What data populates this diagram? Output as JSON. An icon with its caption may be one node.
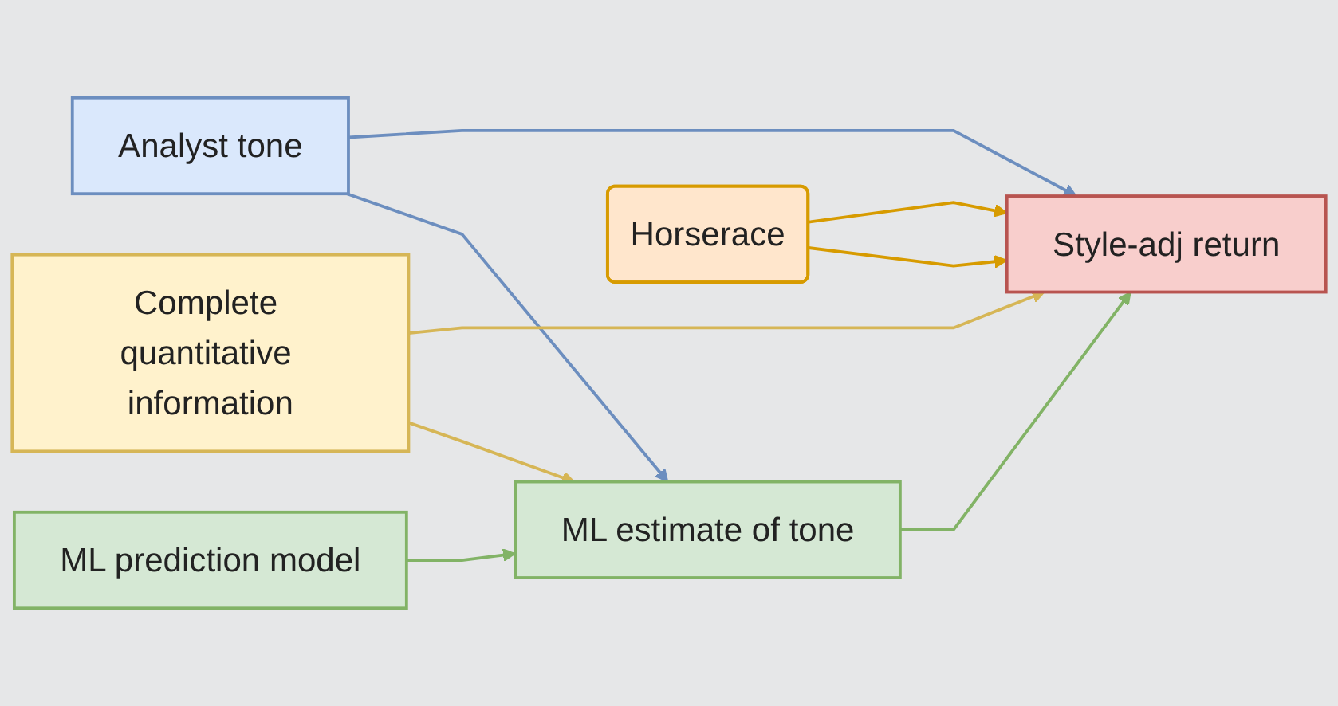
{
  "diagram": {
    "nodes": [
      {
        "text": [
          "Analyst tone"
        ]
      },
      {
        "text": [
          "ML prediction model"
        ]
      },
      {
        "text": [
          "Complete quantitative information"
        ]
      },
      {
        "text": [
          "ML estimate of tone"
        ]
      },
      {
        "text": [
          "Horserace"
        ]
      },
      {
        "text": [
          "Style-adj return"
        ]
      }
    ],
    "edges": [
      {
        "from": 0,
        "to": 5,
        "arrow": "to",
        "color": "#6c8ebf"
      },
      {
        "from": 0,
        "to": 3,
        "arrow": "to",
        "color": "#6c8ebf"
      },
      {
        "from": 1,
        "to": 3,
        "arrow": "to",
        "color": "#82b366"
      },
      {
        "from": 2,
        "to": 5,
        "arrow": "to",
        "color": "#d6b656"
      },
      {
        "from": 2,
        "to": 3,
        "arrow": "to",
        "color": "#d6b656"
      },
      {
        "from": 3,
        "to": 5,
        "arrow": "to",
        "color": "#82b366"
      },
      {
        "from": 4,
        "to": 5,
        "arrow": "to",
        "color": "#d79b00"
      },
      {
        "from": 4,
        "to": 5,
        "arrow": "to",
        "color": "#d79b00"
      }
    ]
  }
}
